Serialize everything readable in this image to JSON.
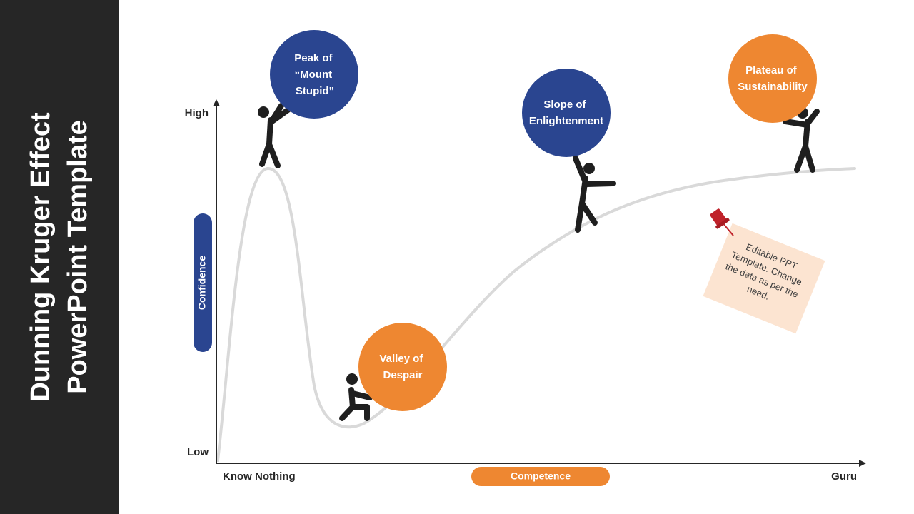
{
  "slide": {
    "title_line1": "Dunning Kruger Effect",
    "title_line2": "PowerPoint Template"
  },
  "axes": {
    "y_high": "High",
    "y_low": "Low",
    "y_label": "Confidence",
    "x_start": "Know Nothing",
    "x_label": "Competence",
    "x_end": "Guru"
  },
  "stages": [
    {
      "line1": "Peak of",
      "line2": "“Mount",
      "line3": "Stupid”"
    },
    {
      "line1": "Valley of",
      "line2": "Despair"
    },
    {
      "line1": "Slope of",
      "line2": "Enlightenment"
    },
    {
      "line1": "Plateau of",
      "line2": "Sustainability"
    }
  ],
  "note": {
    "line1": "Editable PPT",
    "line2": "Template. Change",
    "line3": "the data as per the",
    "line4": "need."
  },
  "colors": {
    "sidebar": "#262626",
    "blue": "#2a4590",
    "orange": "#ee8731",
    "curve": "#d9d9d9",
    "note": "#fce4d1",
    "pin": "#c0222a",
    "figure": "#1f1f1f"
  }
}
